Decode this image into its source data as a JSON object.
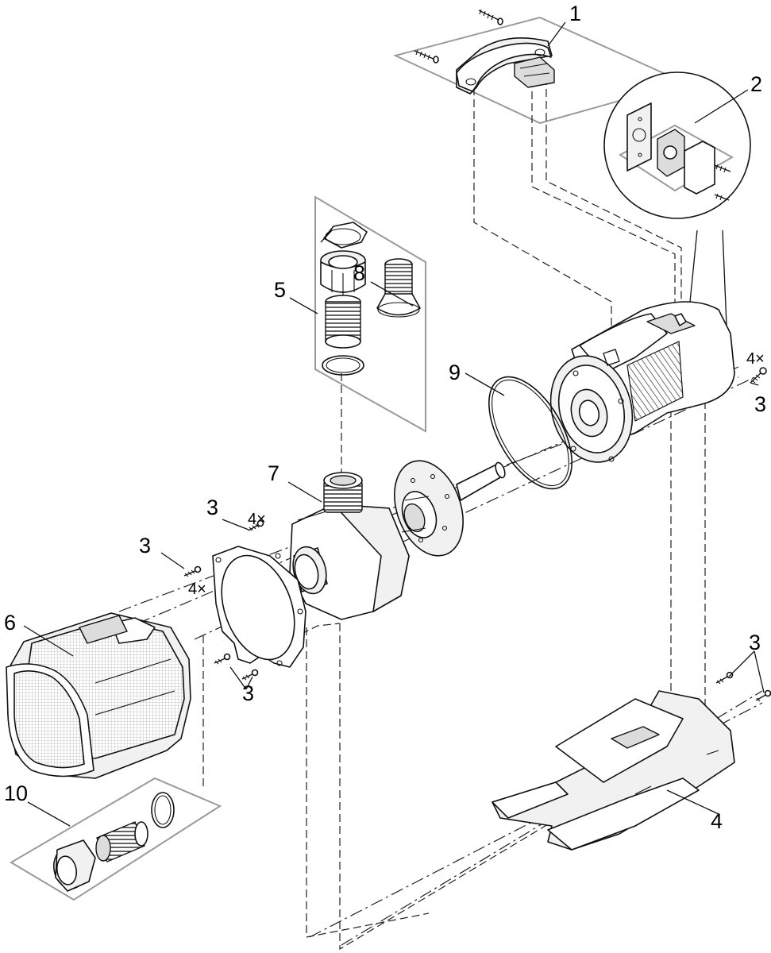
{
  "labels": {
    "l1": "1",
    "l2": "2",
    "l3a": "3",
    "l3b": "3",
    "l3c": "3",
    "l3d": "3",
    "l3e": "3",
    "l4": "4",
    "l5": "5",
    "l6": "6",
    "l7": "7",
    "l8": "8",
    "l9": "9",
    "l10": "10"
  },
  "quantities": {
    "q_right": "4×",
    "q_upper": "4×",
    "q_left": "4×"
  }
}
